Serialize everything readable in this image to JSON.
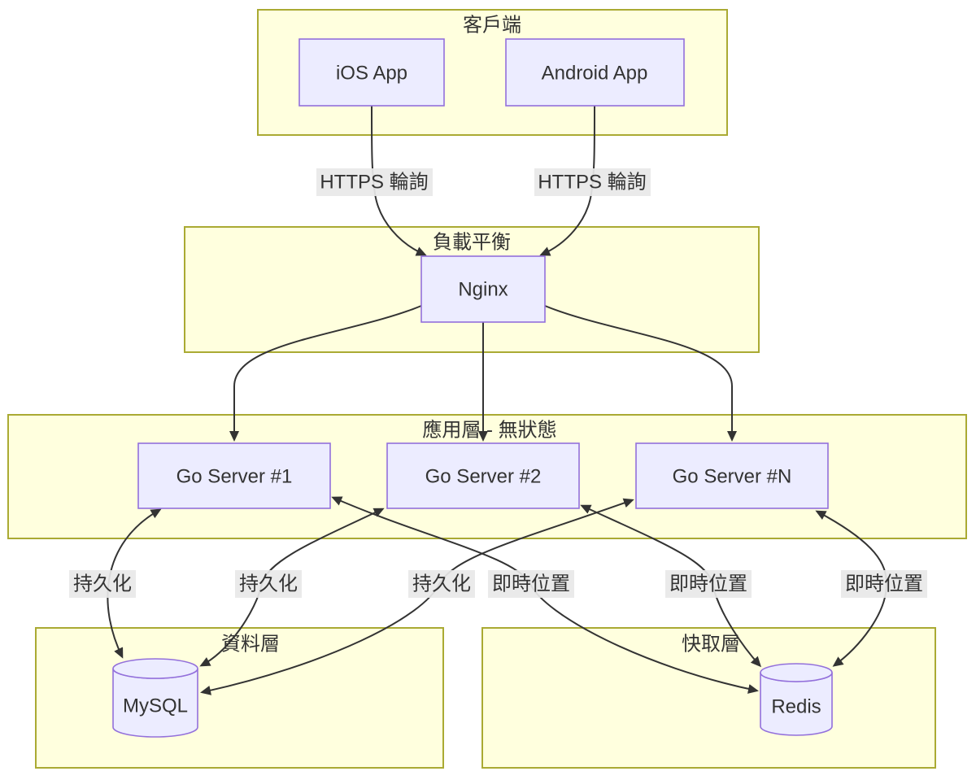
{
  "diagram": {
    "type": "flowchart-top-down",
    "clusters": [
      {
        "id": "client",
        "title": "客戶端"
      },
      {
        "id": "load-balancer",
        "title": "負載平衡"
      },
      {
        "id": "app-layer",
        "title": "應用層 - 無狀態"
      },
      {
        "id": "data-layer",
        "title": "資料層"
      },
      {
        "id": "cache-layer",
        "title": "快取層"
      }
    ],
    "nodes": [
      {
        "id": "ios",
        "label": "iOS App",
        "shape": "rect",
        "cluster": "client"
      },
      {
        "id": "android",
        "label": "Android App",
        "shape": "rect",
        "cluster": "client"
      },
      {
        "id": "nginx",
        "label": "Nginx",
        "shape": "rect",
        "cluster": "load-balancer"
      },
      {
        "id": "go1",
        "label": "Go Server #1",
        "shape": "rect",
        "cluster": "app-layer"
      },
      {
        "id": "go2",
        "label": "Go Server #2",
        "shape": "rect",
        "cluster": "app-layer"
      },
      {
        "id": "goN",
        "label": "Go Server #N",
        "shape": "rect",
        "cluster": "app-layer"
      },
      {
        "id": "mysql",
        "label": "MySQL",
        "shape": "cylinder",
        "cluster": "data-layer"
      },
      {
        "id": "redis",
        "label": "Redis",
        "shape": "cylinder",
        "cluster": "cache-layer"
      }
    ],
    "edges": [
      {
        "from": "ios",
        "to": "nginx",
        "label": "HTTPS 輪詢",
        "bidirectional": false
      },
      {
        "from": "android",
        "to": "nginx",
        "label": "HTTPS 輪詢",
        "bidirectional": false
      },
      {
        "from": "nginx",
        "to": "go1",
        "label": "",
        "bidirectional": false
      },
      {
        "from": "nginx",
        "to": "go2",
        "label": "",
        "bidirectional": false
      },
      {
        "from": "nginx",
        "to": "goN",
        "label": "",
        "bidirectional": false
      },
      {
        "from": "go1",
        "to": "mysql",
        "label": "持久化",
        "bidirectional": true
      },
      {
        "from": "go2",
        "to": "mysql",
        "label": "持久化",
        "bidirectional": true
      },
      {
        "from": "goN",
        "to": "mysql",
        "label": "持久化",
        "bidirectional": true
      },
      {
        "from": "go1",
        "to": "redis",
        "label": "即時位置",
        "bidirectional": true
      },
      {
        "from": "go2",
        "to": "redis",
        "label": "即時位置",
        "bidirectional": true
      },
      {
        "from": "goN",
        "to": "redis",
        "label": "即時位置",
        "bidirectional": true
      }
    ],
    "colors": {
      "cluster_fill": "#ffffde",
      "cluster_border": "#aaaa33",
      "node_fill": "#ececff",
      "node_border": "#9370db",
      "edge_stroke": "#333333",
      "edge_label_bg": "#e8e8e8",
      "text": "#333333",
      "background": "#ffffff"
    }
  }
}
